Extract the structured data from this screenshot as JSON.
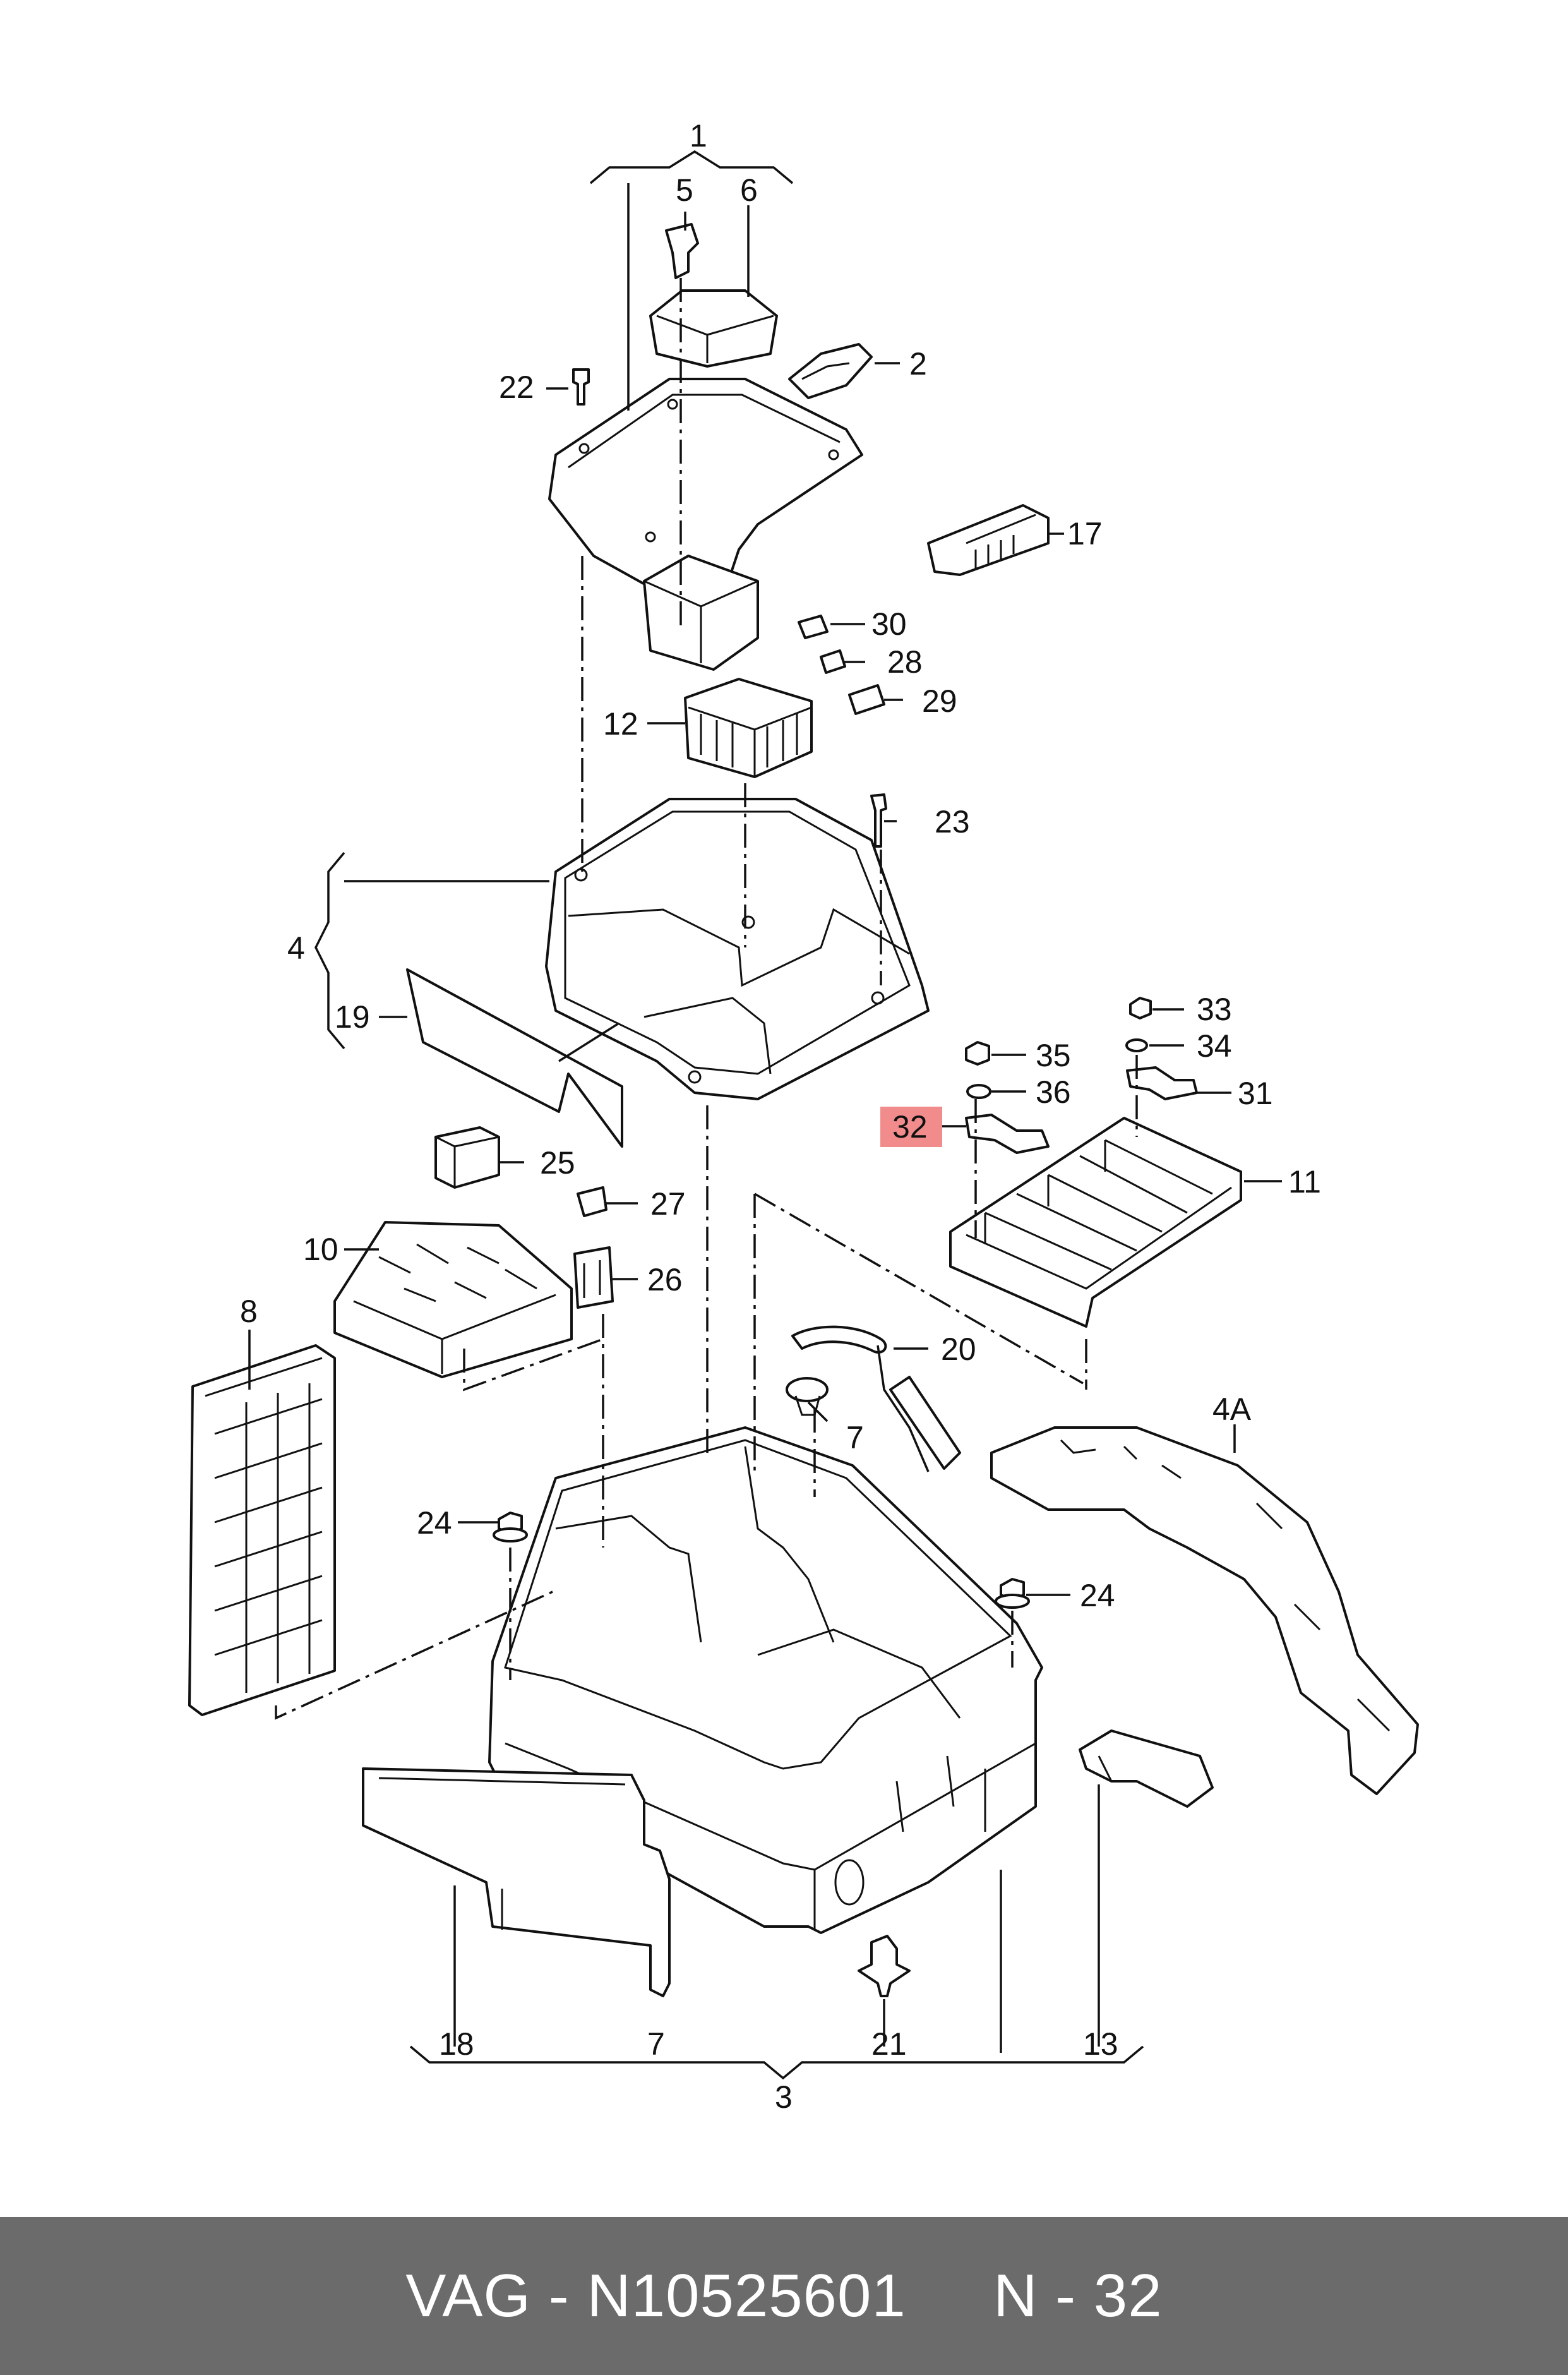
{
  "callouts": {
    "c1": "1",
    "c2": "2",
    "c3": "3",
    "c4": "4",
    "c4a": "4A",
    "c5": "5",
    "c6": "6",
    "c7a": "7",
    "c7b": "7",
    "c8": "8",
    "c10": "10",
    "c11": "11",
    "c12": "12",
    "c13": "13",
    "c17": "17",
    "c18": "18",
    "c19": "19",
    "c20": "20",
    "c21": "21",
    "c22": "22",
    "c23": "23",
    "c24a": "24",
    "c24b": "24",
    "c25": "25",
    "c26": "26",
    "c27": "27",
    "c28": "28",
    "c29": "29",
    "c30": "30",
    "c31": "31",
    "c32": "32",
    "c33": "33",
    "c34": "34",
    "c35": "35",
    "c36": "36"
  },
  "highlight": {
    "callout": "32",
    "color": "#f28b8b"
  },
  "footer": {
    "text": "VAG - N10525601     N - 32",
    "background": "#6b6b6b",
    "color": "#ffffff"
  }
}
